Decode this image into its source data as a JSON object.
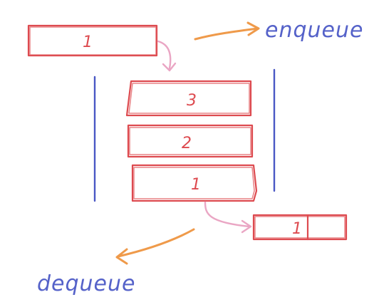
{
  "diagram": {
    "incoming_item": "1",
    "enqueue_label": "enqueue",
    "dequeue_label": "dequeue",
    "queue_items": [
      "3",
      "2",
      "1"
    ],
    "outgoing_item": "1",
    "colors": {
      "box": "#dd4a4f",
      "queue_walls": "#4a57c4",
      "label_text": "#5562c9",
      "label_arrows": "#ef9a4a",
      "flow_arrows": "#eaa6c4"
    }
  }
}
